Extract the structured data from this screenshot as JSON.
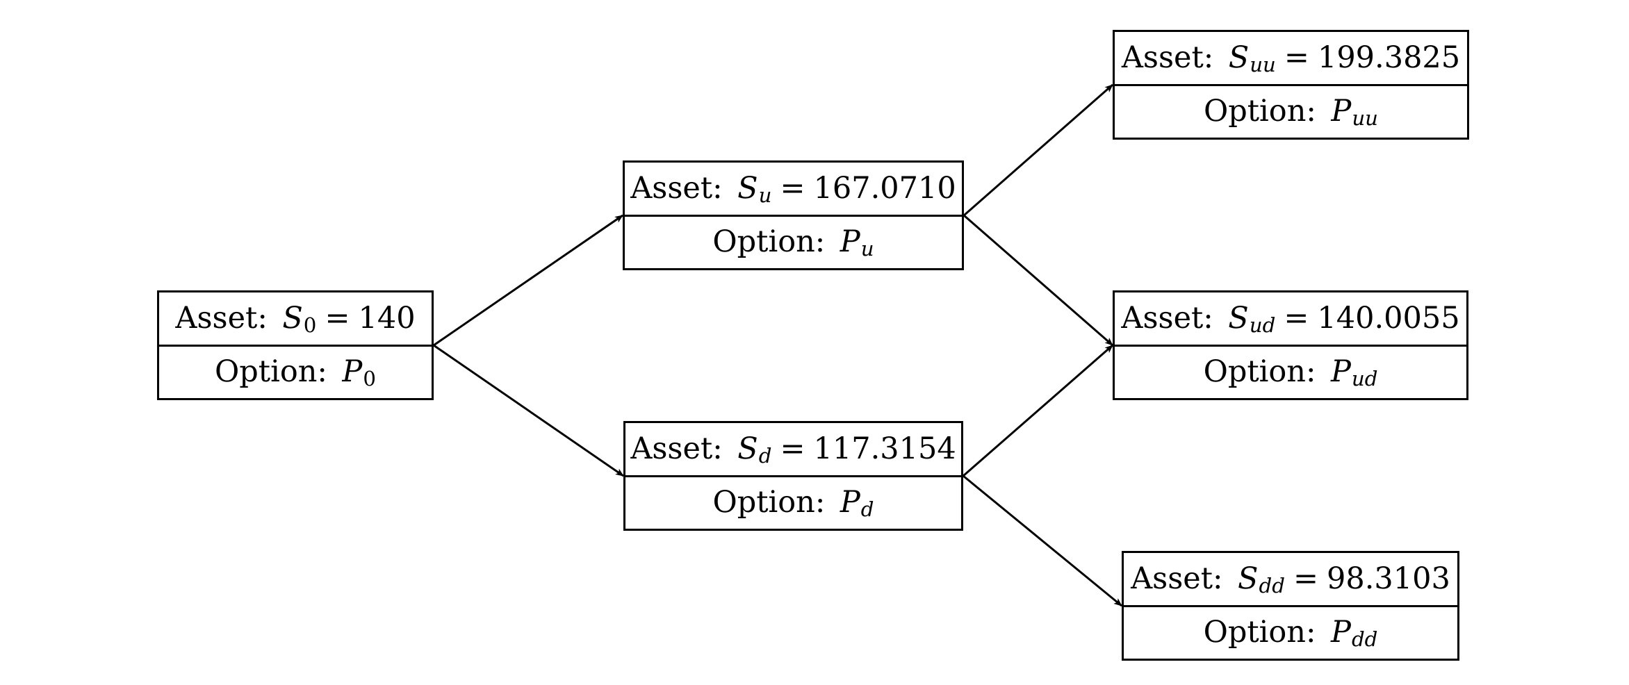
{
  "nodes": {
    "s0": {
      "label": "Asset:",
      "sym": "S",
      "sub": "0",
      "value": "140",
      "opt_label": "Option:",
      "opt_sym": "P",
      "opt_sub": "0"
    },
    "su": {
      "label": "Asset:",
      "sym": "S",
      "sub": "u",
      "value": "167.0710",
      "opt_label": "Option:",
      "opt_sym": "P",
      "opt_sub": "u"
    },
    "sd": {
      "label": "Asset:",
      "sym": "S",
      "sub": "d",
      "value": "117.3154",
      "opt_label": "Option:",
      "opt_sym": "P",
      "opt_sub": "d"
    },
    "suu": {
      "label": "Asset:",
      "sym": "S",
      "sub": "uu",
      "value": "199.3825",
      "opt_label": "Option:",
      "opt_sym": "P",
      "opt_sub": "uu"
    },
    "sud": {
      "label": "Asset:",
      "sym": "S",
      "sub": "ud",
      "value": "140.0055",
      "opt_label": "Option:",
      "opt_sym": "P",
      "opt_sub": "ud"
    },
    "sdd": {
      "label": "Asset:",
      "sym": "S",
      "sub": "dd",
      "value": "98.3103",
      "opt_label": "Option:",
      "opt_sym": "P",
      "opt_sub": "dd"
    }
  },
  "edges": [
    {
      "from": "s0",
      "to": "su"
    },
    {
      "from": "s0",
      "to": "sd"
    },
    {
      "from": "su",
      "to": "suu"
    },
    {
      "from": "su",
      "to": "sud"
    },
    {
      "from": "sd",
      "to": "sud"
    },
    {
      "from": "sd",
      "to": "sdd"
    }
  ]
}
